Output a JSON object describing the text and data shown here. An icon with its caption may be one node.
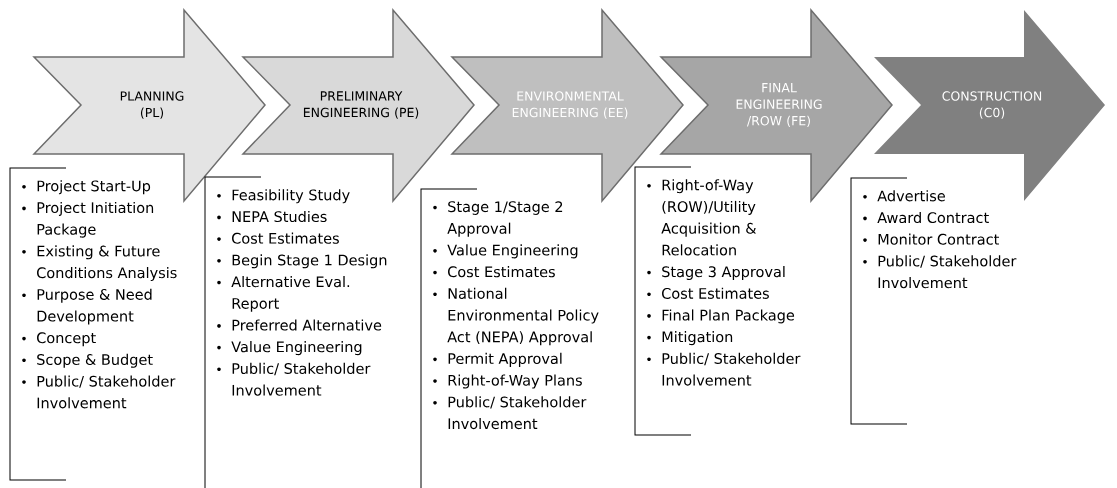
{
  "diagram": {
    "nodes": [
      {
        "text": [
          "PLANNING (PL)"
        ]
      },
      {
        "text": [
          "PRELIMINARY ENGINEERING (PE)"
        ]
      },
      {
        "text": [
          "ENVIRONMENTAL ENGINEERING (EE)"
        ]
      },
      {
        "text": [
          "FINAL ENGINEERING /ROW (FE)"
        ]
      },
      {
        "text": [
          "CONSTRUCTION (C0)"
        ]
      },
      {
        "text": [
          "Project Start-Up",
          "Project Initiation Package",
          "Existing & Future Conditions Analysis",
          "Purpose & Need Development",
          "Concept",
          "Scope & Budget",
          "Public/ Stakeholder Involvement"
        ]
      },
      {
        "text": [
          "Feasibility Study",
          "NEPA Studies",
          "Cost Estimates",
          "Begin Stage 1 Design",
          "Alternative Eval. Report",
          "Preferred Alternative",
          "Value Engineering",
          "Public/ Stakeholder Involvement"
        ]
      },
      {
        "text": [
          "Stage 1/Stage 2 Approval",
          "Value Engineering",
          "Cost Estimates",
          "National Environmental Policy Act (NEPA) Approval",
          "Permit Approval",
          "Right-of-Way Plans",
          "Public/ Stakeholder Involvement"
        ]
      },
      {
        "text": [
          "Right-of-Way (ROW)/Utility Acquisition & Relocation",
          "Stage 3 Approval",
          "Cost Estimates",
          "Final Plan Package",
          "Mitigation",
          "Public/ Stakeholder Involvement"
        ]
      },
      {
        "text": [
          "Advertise",
          "Award Contract",
          "Monitor Contract",
          "Public/ Stakeholder Involvement"
        ]
      }
    ]
  }
}
